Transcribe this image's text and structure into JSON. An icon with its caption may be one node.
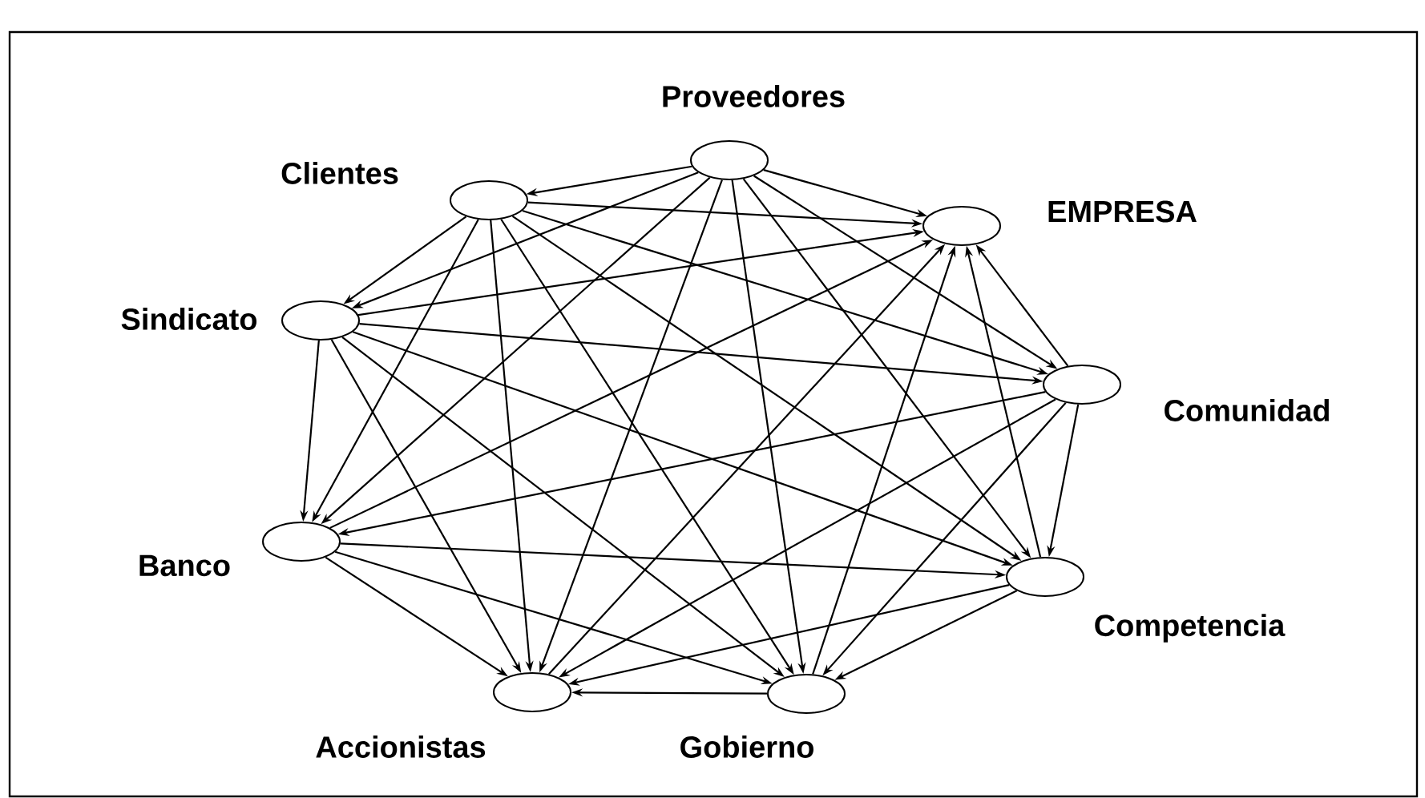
{
  "diagram": {
    "nodes": [
      {
        "text": [],
        "shape": "ellipse",
        "beside": [
          "Proveedores"
        ]
      },
      {
        "text": [],
        "shape": "ellipse",
        "beside": [
          "Clientes"
        ]
      },
      {
        "text": [],
        "shape": "ellipse",
        "beside": [
          "EMPRESA"
        ]
      },
      {
        "text": [],
        "shape": "ellipse",
        "beside": [
          "Sindicato"
        ]
      },
      {
        "text": [],
        "shape": "ellipse",
        "beside": [
          "Comunidad"
        ]
      },
      {
        "text": [],
        "shape": "ellipse",
        "beside": [
          "Banco"
        ]
      },
      {
        "text": [],
        "shape": "ellipse",
        "beside": [
          "Competencia"
        ]
      },
      {
        "text": [],
        "shape": "ellipse",
        "beside": [
          "Accionistas"
        ]
      },
      {
        "text": [],
        "shape": "ellipse",
        "beside": [
          "Gobierno"
        ]
      }
    ],
    "edges": [
      {
        "from": 0,
        "to": 1,
        "arrow": "to"
      },
      {
        "from": 0,
        "to": 2,
        "arrow": "to"
      },
      {
        "from": 0,
        "to": 3,
        "arrow": "to"
      },
      {
        "from": 0,
        "to": 4,
        "arrow": "to"
      },
      {
        "from": 0,
        "to": 5,
        "arrow": "to"
      },
      {
        "from": 0,
        "to": 6,
        "arrow": "to"
      },
      {
        "from": 0,
        "to": 7,
        "arrow": "to"
      },
      {
        "from": 0,
        "to": 8,
        "arrow": "to"
      },
      {
        "from": 1,
        "to": 2,
        "arrow": "to"
      },
      {
        "from": 1,
        "to": 3,
        "arrow": "to"
      },
      {
        "from": 1,
        "to": 4,
        "arrow": "to"
      },
      {
        "from": 1,
        "to": 5,
        "arrow": "to"
      },
      {
        "from": 1,
        "to": 6,
        "arrow": "to"
      },
      {
        "from": 1,
        "to": 7,
        "arrow": "to"
      },
      {
        "from": 1,
        "to": 8,
        "arrow": "to"
      },
      {
        "from": 3,
        "to": 2,
        "arrow": "to"
      },
      {
        "from": 4,
        "to": 2,
        "arrow": "to"
      },
      {
        "from": 5,
        "to": 2,
        "arrow": "to"
      },
      {
        "from": 6,
        "to": 2,
        "arrow": "to"
      },
      {
        "from": 7,
        "to": 2,
        "arrow": "to"
      },
      {
        "from": 8,
        "to": 2,
        "arrow": "to"
      },
      {
        "from": 3,
        "to": 4,
        "arrow": "to"
      },
      {
        "from": 3,
        "to": 5,
        "arrow": "to"
      },
      {
        "from": 3,
        "to": 6,
        "arrow": "to"
      },
      {
        "from": 3,
        "to": 7,
        "arrow": "to"
      },
      {
        "from": 3,
        "to": 8,
        "arrow": "to"
      },
      {
        "from": 4,
        "to": 5,
        "arrow": "to"
      },
      {
        "from": 4,
        "to": 6,
        "arrow": "to"
      },
      {
        "from": 4,
        "to": 7,
        "arrow": "to"
      },
      {
        "from": 4,
        "to": 8,
        "arrow": "to"
      },
      {
        "from": 5,
        "to": 6,
        "arrow": "to"
      },
      {
        "from": 5,
        "to": 7,
        "arrow": "to"
      },
      {
        "from": 5,
        "to": 8,
        "arrow": "to"
      },
      {
        "from": 6,
        "to": 7,
        "arrow": "to"
      },
      {
        "from": 6,
        "to": 8,
        "arrow": "to"
      },
      {
        "from": 8,
        "to": 7,
        "arrow": "to"
      }
    ]
  }
}
